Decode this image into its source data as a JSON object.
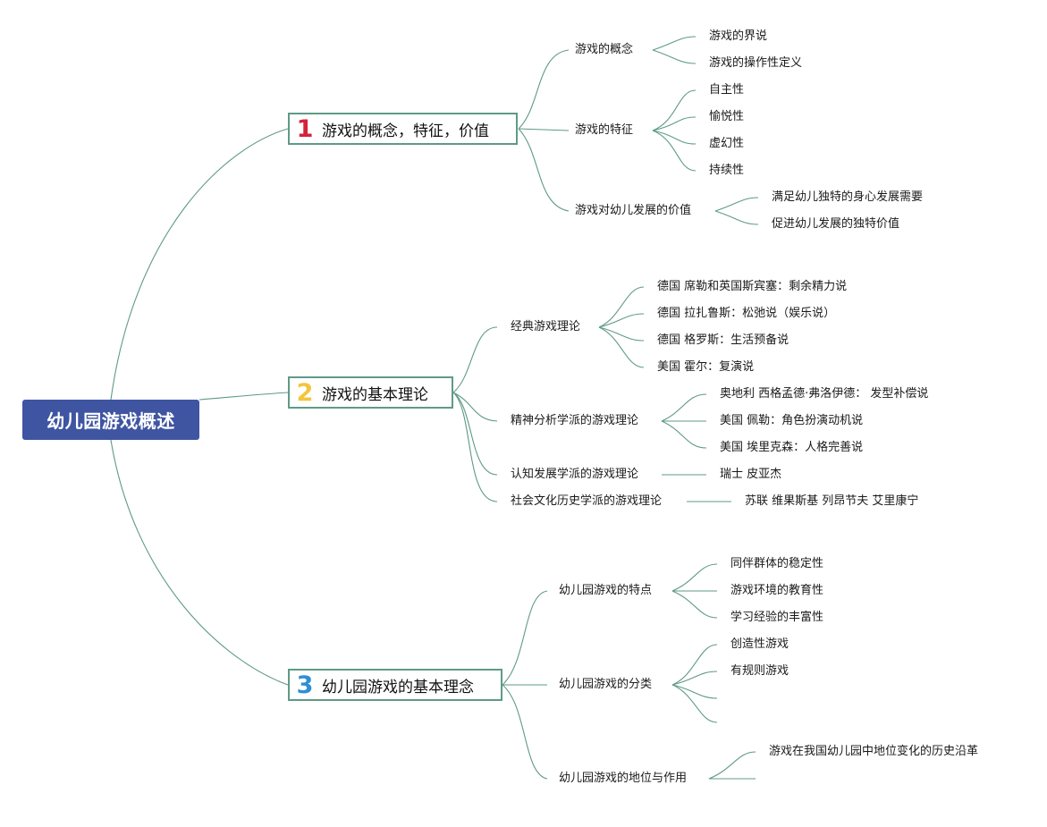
{
  "root": "幼儿园游戏概述",
  "colors": {
    "line": "#5f9a85",
    "root_bg": "#3f55a2",
    "num1": "#d4233a",
    "num2": "#f2c53d",
    "num3": "#2f8fd3"
  },
  "branches": [
    {
      "num": "1",
      "title": "游戏的概念，特征，价值",
      "children": [
        {
          "label": "游戏的概念",
          "items": [
            "游戏的界说",
            "游戏的操作性定义"
          ]
        },
        {
          "label": "游戏的特征",
          "items": [
            "自主性",
            "愉悦性",
            "虚幻性",
            "持续性"
          ]
        },
        {
          "label": "游戏对幼儿发展的价值",
          "items": [
            "满足幼儿独特的身心发展需要",
            "促进幼儿发展的独特价值"
          ]
        }
      ]
    },
    {
      "num": "2",
      "title": "游戏的基本理论",
      "children": [
        {
          "label": "经典游戏理论",
          "items": [
            "德国 席勒和英国斯宾塞：剩余精力说",
            "德国 拉扎鲁斯：松弛说（娱乐说）",
            "德国 格罗斯：生活预备说",
            "美国 霍尔：复演说"
          ]
        },
        {
          "label": "精神分析学派的游戏理论",
          "items": [
            "奥地利 西格孟德·弗洛伊德： 发型补偿说",
            "美国 佩勒：角色扮演动机说",
            "美国 埃里克森：人格完善说"
          ]
        },
        {
          "label": "认知发展学派的游戏理论",
          "items": [
            "瑞士 皮亚杰"
          ]
        },
        {
          "label": "社会文化历史学派的游戏理论",
          "items": [
            "苏联 维果斯基 列昂节夫 艾里康宁"
          ]
        }
      ]
    },
    {
      "num": "3",
      "title": "幼儿园游戏的基本理念",
      "children": [
        {
          "label": "幼儿园游戏的特点",
          "items": [
            "同伴群体的稳定性",
            "游戏环境的教育性",
            "学习经验的丰富性"
          ]
        },
        {
          "label": "幼儿园游戏的分类",
          "items": [
            "创造性游戏",
            "有规则游戏",
            "",
            ""
          ]
        },
        {
          "label": "幼儿园游戏的地位与作用",
          "items": [
            "游戏在我国幼儿园中地位变化的历史沿革",
            ""
          ]
        }
      ]
    }
  ]
}
